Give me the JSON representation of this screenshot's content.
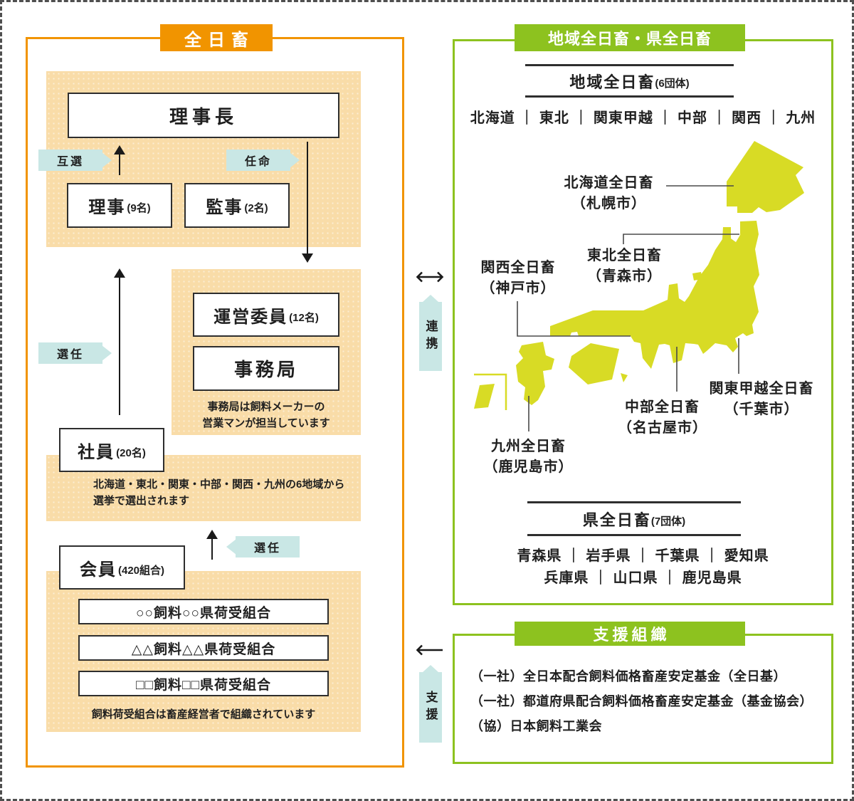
{
  "colors": {
    "orange": "#F19400",
    "peach": "#F9DCA8",
    "green": "#8DC21F",
    "map_green": "#D8DB25",
    "tag_blue": "#C9E7E5",
    "ink": "#1F1F1F"
  },
  "left_panel": {
    "title": "全日畜",
    "chairman": "理事長",
    "tag_gosen": "互選",
    "tag_ninmei": "任命",
    "directors_label": "理事",
    "directors_count": "(9名)",
    "auditors_label": "監事",
    "auditors_count": "(2名)",
    "committee_label": "運営委員",
    "committee_count": "(12名)",
    "secretariat": "事務局",
    "secretariat_note_1": "事務局は飼料メーカーの",
    "secretariat_note_2": "営業マンが担当しています",
    "tag_sennin_upper": "選任",
    "staff_label": "社員",
    "staff_count": "(20名)",
    "staff_note_1": "北海道・東北・関東・中部・関西・九州の6地域から",
    "staff_note_2": "選挙で選出されます",
    "tag_sennin_lower": "選任",
    "member_label": "会員",
    "member_count": "(420組合)",
    "union_boxes": [
      "○○飼料○○県荷受組合",
      "△△飼料△△県荷受組合",
      "□□飼料□□県荷受組合"
    ],
    "member_note": "飼料荷受組合は畜産経営者で組織されています"
  },
  "connectors": {
    "renkei": "連携",
    "shien": "支援"
  },
  "right_top_panel": {
    "title": "地域全日畜・県全日畜",
    "regional_heading": "地域全日畜",
    "regional_heading_count": "(6団体)",
    "regional_list": "北海道 ｜ 東北 ｜ 関東甲越 ｜ 中部 ｜ 関西 ｜ 九州",
    "map_labels": {
      "hokkaido": {
        "name": "北海道全日畜",
        "city": "（札幌市）"
      },
      "tohoku": {
        "name": "東北全日畜",
        "city": "（青森市）"
      },
      "kansai": {
        "name": "関西全日畜",
        "city": "（神戸市）"
      },
      "chubu": {
        "name": "中部全日畜",
        "city": "（名古屋市）"
      },
      "kanto": {
        "name": "関東甲越全日畜",
        "city": "（千葉市）"
      },
      "kyushu": {
        "name": "九州全日畜",
        "city": "（鹿児島市）"
      }
    },
    "prefectural_heading": "県全日畜",
    "prefectural_heading_count": "(7団体)",
    "prefectural_list_1": "青森県 ｜ 岩手県 ｜ 千葉県 ｜ 愛知県",
    "prefectural_list_2": "兵庫県 ｜ 山口県 ｜ 鹿児島県"
  },
  "right_bottom_panel": {
    "title": "支援組織",
    "items": [
      "（一社）全日本配合飼料価格畜産安定基金（全日基）",
      "（一社）都道府県配合飼料価格畜産安定基金（基金協会）",
      "（協）日本飼料工業会"
    ]
  }
}
